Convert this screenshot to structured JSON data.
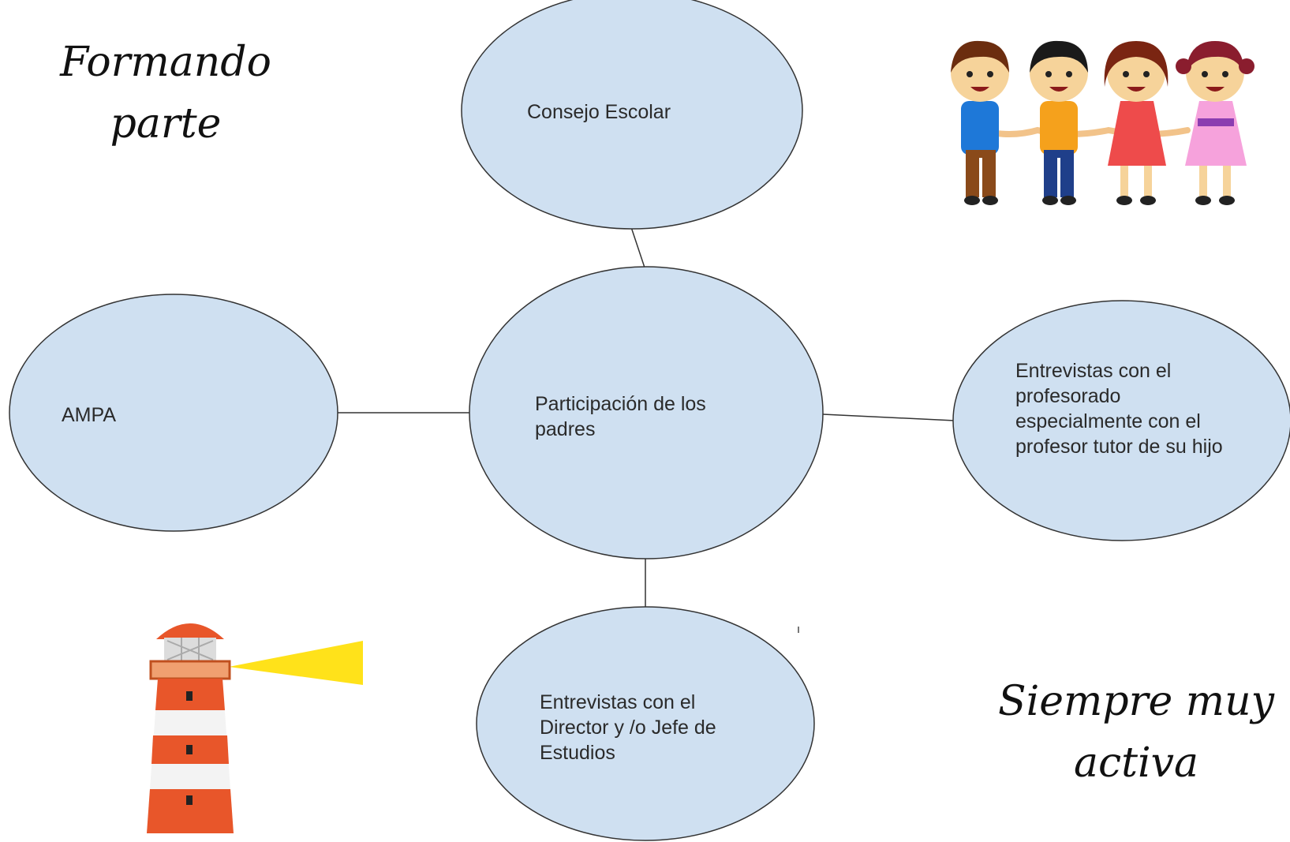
{
  "captions": {
    "top_left": [
      "Formando",
      "parte"
    ],
    "bottom_right": [
      "Siempre muy",
      "activa"
    ]
  },
  "nodes": {
    "center": "Participación de los padres",
    "top": "Consejo Escolar",
    "left": "AMPA",
    "right": "Entrevistas con el profesorado especialmente con el profesor tutor de su hijo",
    "bottom": "Entrevistas con el Director y /o Jefe de Estudios"
  },
  "icons": {
    "children": "children-holding-hands-icon",
    "lighthouse": "lighthouse-icon"
  },
  "colors": {
    "node_fill": "#cfe0f1",
    "node_stroke": "#333333",
    "lighthouse_orange": "#e8562a",
    "light_beam": "#ffe21a"
  }
}
